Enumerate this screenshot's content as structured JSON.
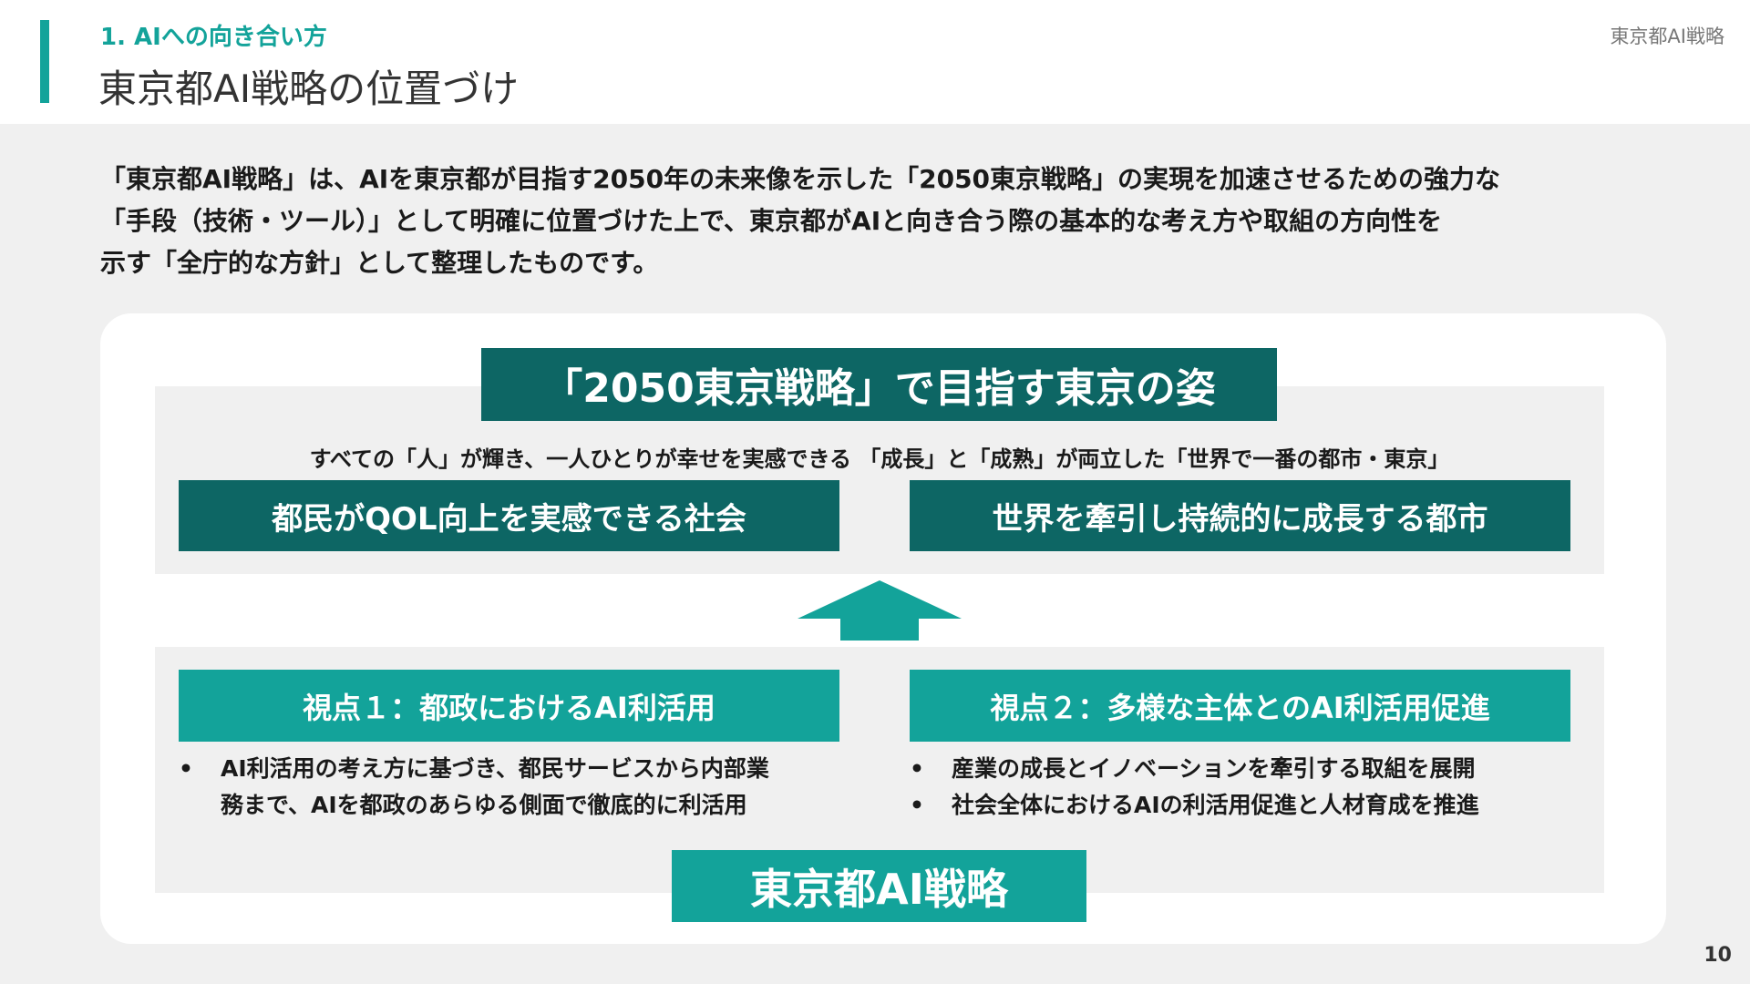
{
  "header": {
    "section_label": "1. AIへの向き合い方",
    "title": "東京都AI戦略の位置づけ",
    "doc_tag": "東京都AI戦略"
  },
  "intro": {
    "lines": [
      "「東京都AI戦略」は、AIを東京都が目指す2050年の未来像を示した「2050東京戦略」の実現を加速させるための強力な",
      "「手段（技術・ツール）」として明確に位置づけた上で、東京都がAIと向き合う際の基本的な考え方や取組の方向性を",
      "示す「全庁的な方針」として整理したものです。"
    ]
  },
  "diagram": {
    "top_banner": "「2050東京戦略」で目指す東京の姿",
    "vision": "すべての「人」が輝き、一人ひとりが幸せを実感できる 「成長」と「成熟」が両立した「世界で一番の都市・東京」",
    "goals": {
      "left": "都民がQOL向上を実感できる社会",
      "right": "世界を牽引し持続的に成長する都市"
    },
    "viewpoints": {
      "left": {
        "title": "視点１：都政におけるAI利活用",
        "bullets": [
          [
            "AI利活用の考え方に基づき、都民サービスから内部業",
            "務まで、AIを都政のあらゆる側面で徹底的に利活用"
          ]
        ]
      },
      "right": {
        "title": "視点２：多様な主体とのAI利活用促進",
        "bullets": [
          "産業の成長とイノベーションを牽引する取組を展開",
          "社会全体におけるAIの利活用促進と人材育成を推進"
        ]
      }
    },
    "bottom_banner": "東京都AI戦略",
    "bullet_char": "•"
  },
  "page_number": "10",
  "colors": {
    "accent": "#13a39a",
    "dark_teal": "#0d6664",
    "background": "#f0f0f0",
    "card": "#ffffff"
  },
  "icons": {
    "arrow": "arrow-up-icon"
  }
}
